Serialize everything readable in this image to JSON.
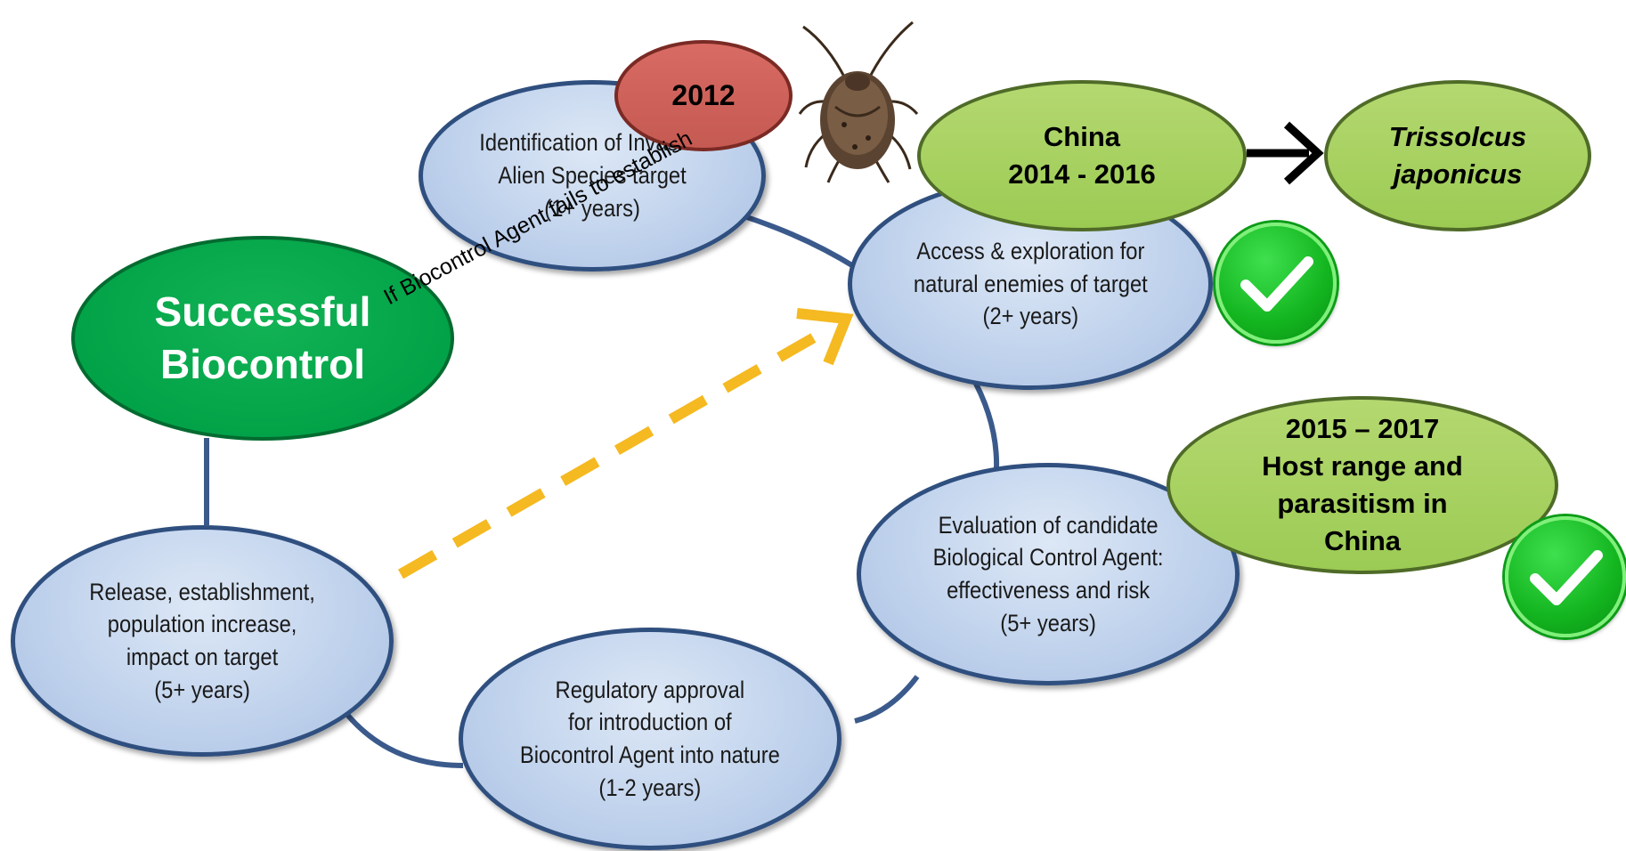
{
  "nodes": {
    "identification": "Identification of Invasive\nAlien Species target\n(1+ years)",
    "access": "Access & exploration for\nnatural enemies of target\n(2+ years)",
    "evaluation": "Evaluation of candidate\nBiological Control Agent:\neffectiveness and risk\n(5+ years)",
    "regulatory": "Regulatory approval\nfor introduction of\nBiocontrol Agent into nature\n(1-2 years)",
    "release": "Release, establishment,\npopulation increase,\nimpact on target\n(5+ years)",
    "success": "Successful\nBiocontrol"
  },
  "callouts": {
    "year_2012": "2012",
    "china_exploration": "China\n2014 - 2016",
    "trissolcus": "Trissolcus\njaponicus",
    "host_range": "2015 – 2017\nHost range and\nparasitism in\nChina"
  },
  "dashed_arrow_label": "If Biocontrol Agent fails to establish",
  "colors": {
    "cycle_line": "#3b5a8c",
    "dashed_arrow": "#f5b921",
    "check_green": "#13b51f"
  },
  "icons": [
    "stink-bug-icon",
    "checkmark-icon",
    "arrow-right-icon"
  ]
}
